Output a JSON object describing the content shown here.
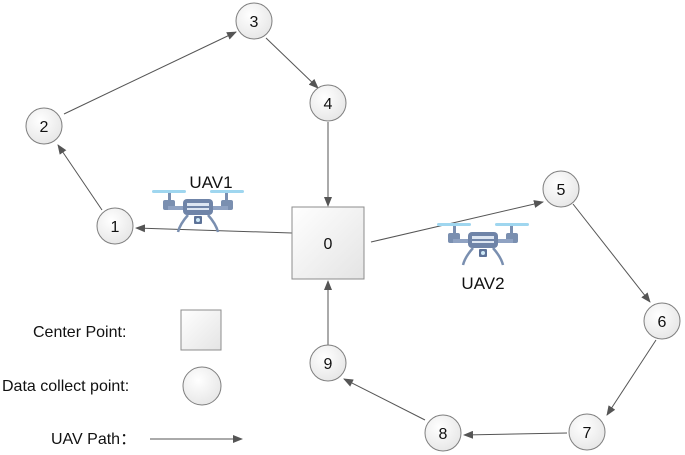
{
  "nodes": [
    {
      "id": "node-1",
      "label": "1"
    },
    {
      "id": "node-2",
      "label": "2"
    },
    {
      "id": "node-3",
      "label": "3"
    },
    {
      "id": "node-4",
      "label": "4"
    },
    {
      "id": "node-5",
      "label": "5"
    },
    {
      "id": "node-6",
      "label": "6"
    },
    {
      "id": "node-7",
      "label": "7"
    },
    {
      "id": "node-8",
      "label": "8"
    },
    {
      "id": "node-9",
      "label": "9"
    }
  ],
  "center": {
    "label": "0"
  },
  "uavs": [
    {
      "label": "UAV1",
      "icon": "drone-icon"
    },
    {
      "label": "UAV2",
      "icon": "drone-icon"
    }
  ],
  "legend": {
    "center_point": "Center Point:",
    "data_collect_point": "Data collect point:",
    "uav_path": "UAV Path："
  },
  "colors": {
    "node_fill": "#f2f2f2",
    "node_stroke": "#7f7f7f",
    "arrow": "#555555",
    "drone_body": "#7a8fb0",
    "drone_rotor": "#9fd6ef"
  }
}
